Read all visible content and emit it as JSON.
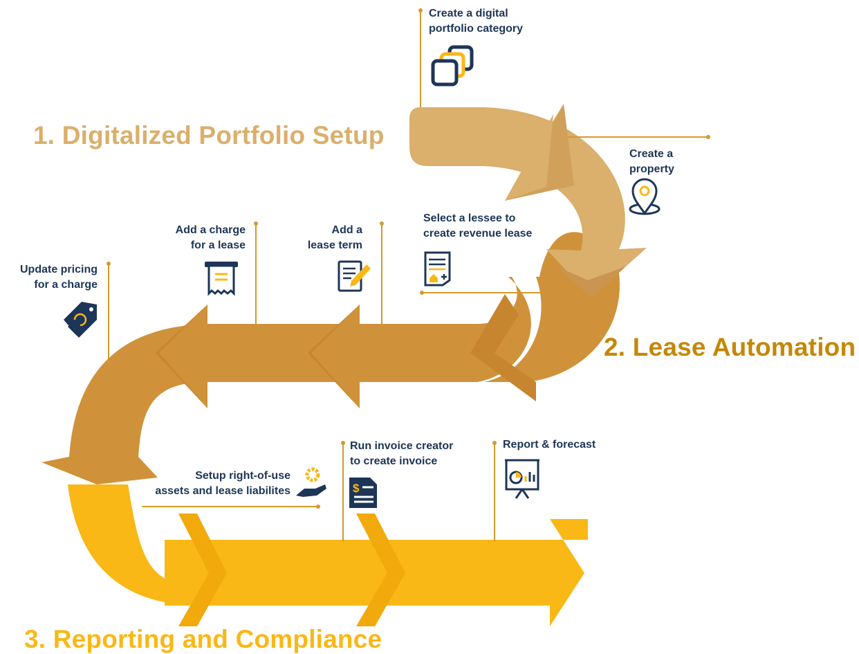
{
  "colors": {
    "phase1": "#dbaf6c",
    "phase2": "#cf923a",
    "phase3": "#fab816",
    "navy": "#1d3557",
    "leader": "#d49a2a",
    "phase2_title": "#c68707"
  },
  "phases": [
    {
      "title": "1. Digitalized Portfolio Setup"
    },
    {
      "title": "2. Lease Automation"
    },
    {
      "title": "3. Reporting and Compliance"
    }
  ],
  "steps": {
    "category": {
      "lines": [
        "Create a digital",
        "portfolio category"
      ],
      "icon": "stacked-squares-icon"
    },
    "property": {
      "lines": [
        "Create a",
        "property"
      ],
      "icon": "location-pin-icon"
    },
    "lessee": {
      "lines": [
        "Select a lessee to",
        "create revenue lease"
      ],
      "icon": "lease-document-icon"
    },
    "term": {
      "lines": [
        "Add a",
        "lease term"
      ],
      "icon": "document-edit-icon"
    },
    "charge": {
      "lines": [
        "Add a charge",
        "for a lease"
      ],
      "icon": "receipt-icon"
    },
    "pricing": {
      "lines": [
        "Update pricing",
        "for a charge"
      ],
      "icon": "price-tag-refresh-icon"
    },
    "rou": {
      "lines": [
        "Setup right-of-use",
        "assets and lease liabilites"
      ],
      "icon": "hand-gear-icon"
    },
    "invoice": {
      "lines": [
        "Run invoice creator",
        "to create invoice"
      ],
      "icon": "invoice-dollar-icon"
    },
    "report": {
      "lines": [
        "Report & forecast"
      ],
      "icon": "presentation-chart-icon"
    }
  }
}
